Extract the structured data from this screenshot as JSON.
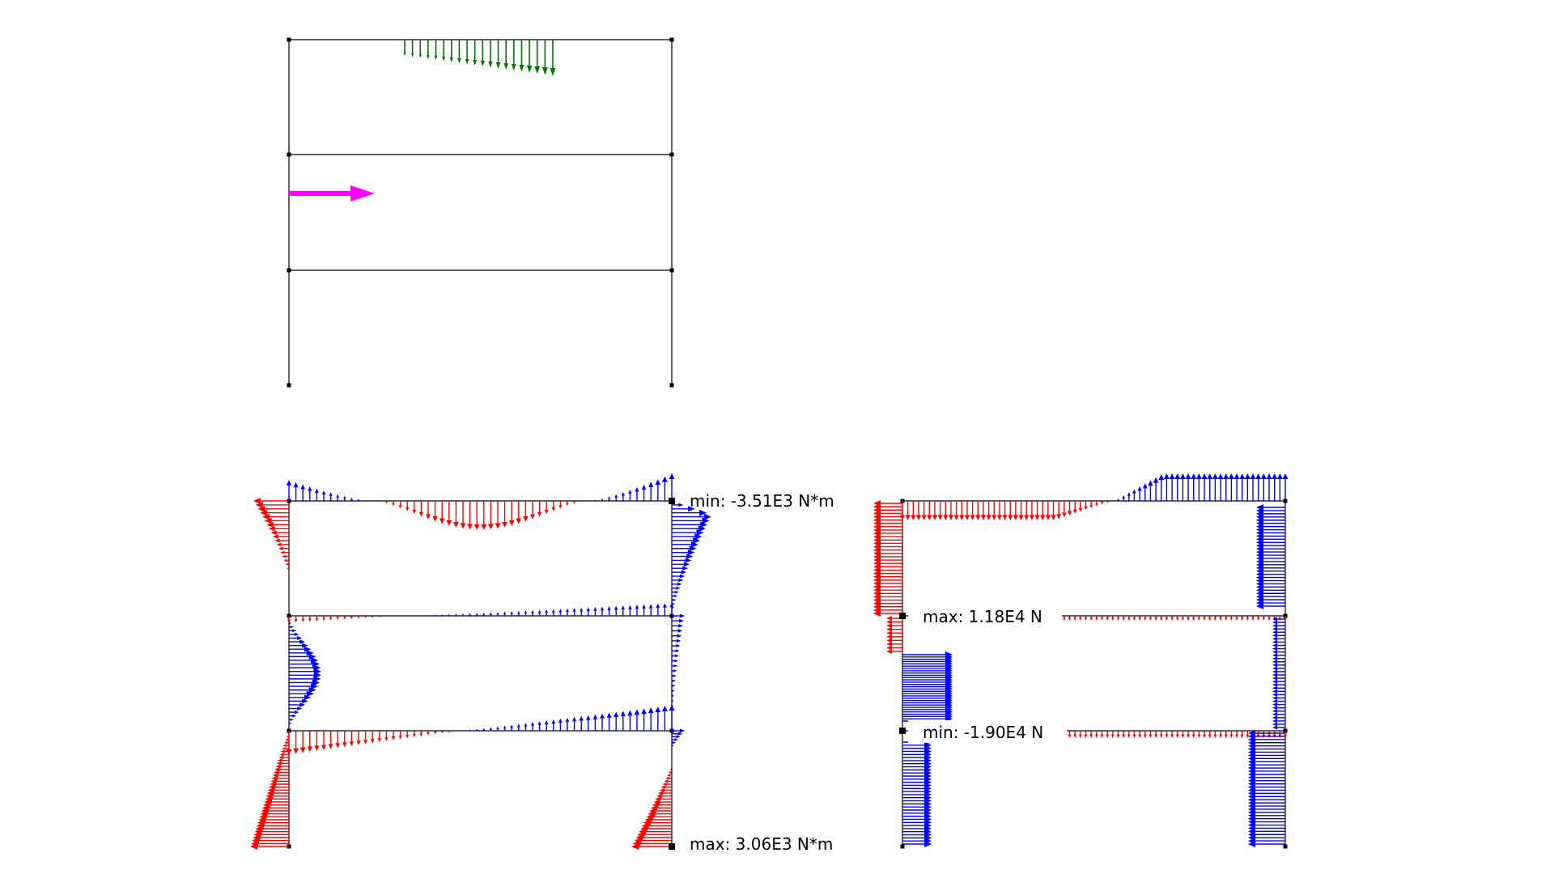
{
  "colors": {
    "frame": "#000000",
    "node": "#000000",
    "distributed_load": "#007700",
    "point_load": "#ff00ff",
    "positive": "#ff0000",
    "negative": "#0000ff"
  },
  "labels": {
    "moment_min": "min: -3.51E3 N*m",
    "moment_max": "max: 3.06E3 N*m",
    "axial_max": "max: 1.18E4 N",
    "axial_min": "min: -1.90E4 N"
  },
  "panels": {
    "loads": {
      "description_icons": [
        "distributed-load-arrows",
        "point-load-arrow"
      ]
    },
    "bending_moment": {
      "extrema_units": "N*m"
    },
    "axial_force": {
      "extrema_units": "N"
    }
  }
}
